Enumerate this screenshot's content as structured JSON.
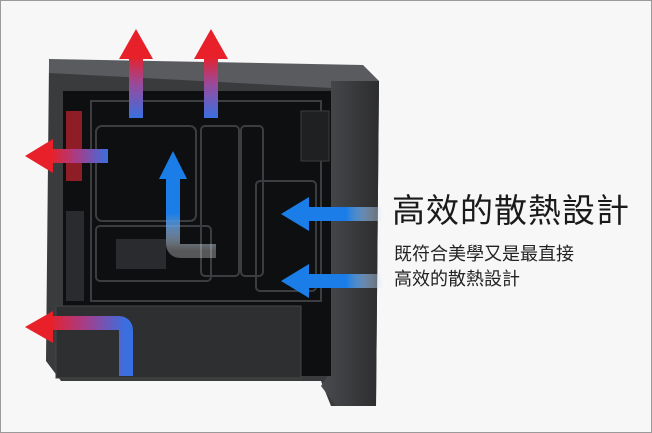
{
  "headline": "高效的散熱設計",
  "subtext": {
    "line1": "既符合美學又是最直接",
    "line2": "高效的散熱設計"
  },
  "colors": {
    "hot_air": "#e8202a",
    "cool_air": "#1a7de8",
    "case_body": "#3a3b3d",
    "case_interior": "#0e0f10"
  }
}
